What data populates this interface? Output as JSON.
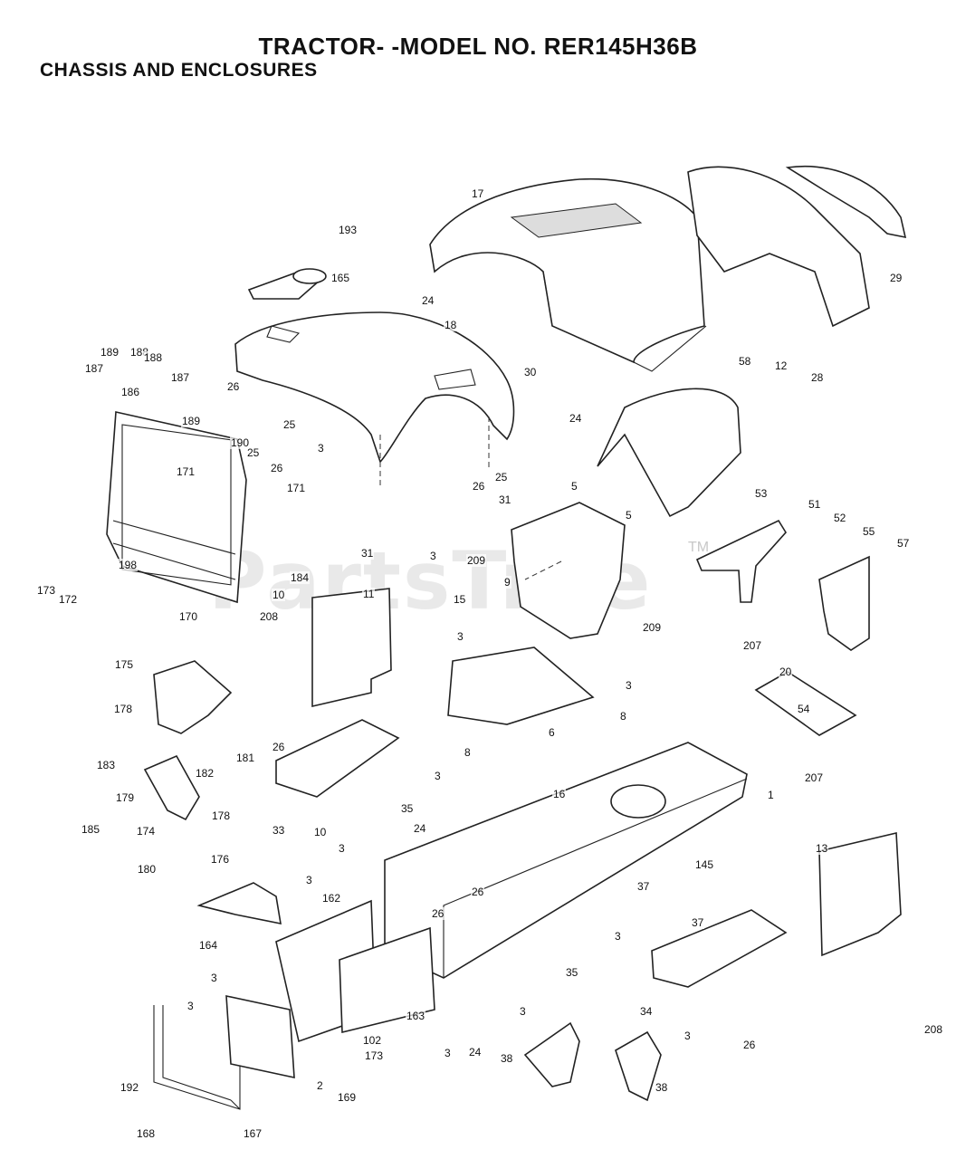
{
  "header": {
    "title": "TRACTOR- -MODEL NO. RER145H36B",
    "subtitle": "CHASSIS AND ENCLOSURES"
  },
  "watermark": {
    "text": "PartsTree",
    "tm": "TM"
  },
  "callouts": [
    "193",
    "165",
    "24",
    "17",
    "18",
    "29",
    "12",
    "28",
    "58",
    "189",
    "188",
    "187",
    "186",
    "188",
    "187",
    "189",
    "26",
    "25",
    "30",
    "24",
    "190",
    "25",
    "26",
    "3",
    "26",
    "25",
    "171",
    "171",
    "31",
    "31",
    "3",
    "5",
    "5",
    "209",
    "9",
    "53",
    "51",
    "52",
    "55",
    "57",
    "184",
    "10",
    "198",
    "173",
    "172",
    "170",
    "208",
    "11",
    "15",
    "209",
    "3",
    "3",
    "8",
    "8",
    "6",
    "16",
    "207",
    "20",
    "54",
    "207",
    "175",
    "178",
    "181",
    "183",
    "182",
    "179",
    "178",
    "185",
    "174",
    "176",
    "180",
    "26",
    "3",
    "35",
    "33",
    "10",
    "1",
    "24",
    "3",
    "145",
    "37",
    "37",
    "13",
    "3",
    "162",
    "26",
    "26",
    "164",
    "3",
    "35",
    "3",
    "34",
    "208",
    "26",
    "3",
    "192",
    "168",
    "167",
    "2",
    "169",
    "173",
    "102",
    "163",
    "3",
    "24",
    "3",
    "38",
    "3",
    "38"
  ]
}
